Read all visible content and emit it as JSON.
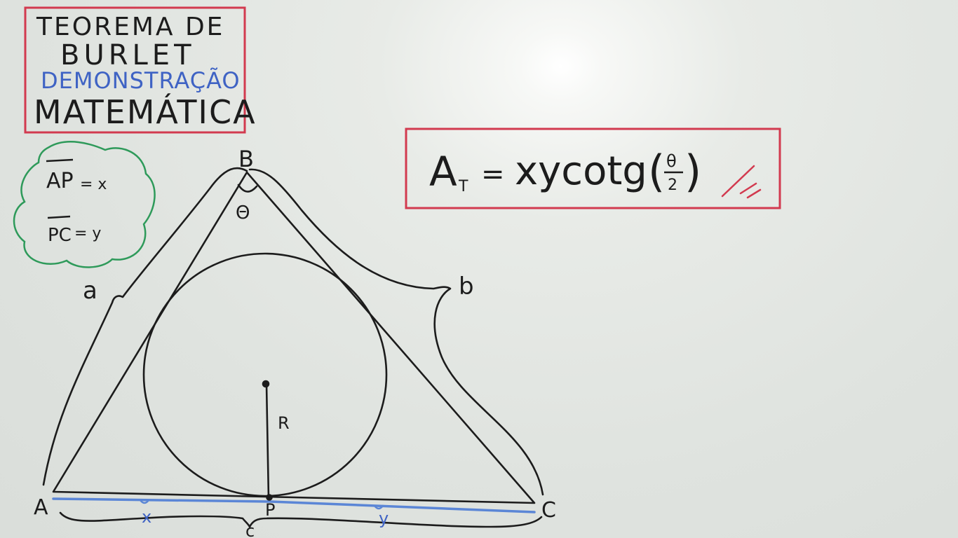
{
  "title": {
    "line1": "TEOREMA DE",
    "line2": "BURLET",
    "line3": "DEMONSTRAÇÃO",
    "line4": "MATEMÁTICA"
  },
  "cloud": {
    "ap_label": "AP",
    "ap_value": "= x",
    "pc_label": "PC",
    "pc_value": "= y"
  },
  "formula": {
    "lhs": "A",
    "lhs_sub": "T",
    "eq": "=",
    "rhs": "xycotg",
    "num": "θ",
    "den": "2",
    "lparen": "(",
    "rparen": ")"
  },
  "diagram": {
    "vertex_a": "A",
    "vertex_b": "B",
    "vertex_c": "C",
    "point_p": "P",
    "angle": "Θ",
    "radius": "R",
    "side_a": "a",
    "side_b": "b",
    "side_c": "c",
    "seg_x": "x",
    "seg_y": "y"
  },
  "colors": {
    "marker_black": "#1c1c1c",
    "marker_blue": "#3f63c4",
    "frame_red": "#d23a4f",
    "cloud_green": "#2e9a5a",
    "seg_blue": "#5b86d6"
  }
}
